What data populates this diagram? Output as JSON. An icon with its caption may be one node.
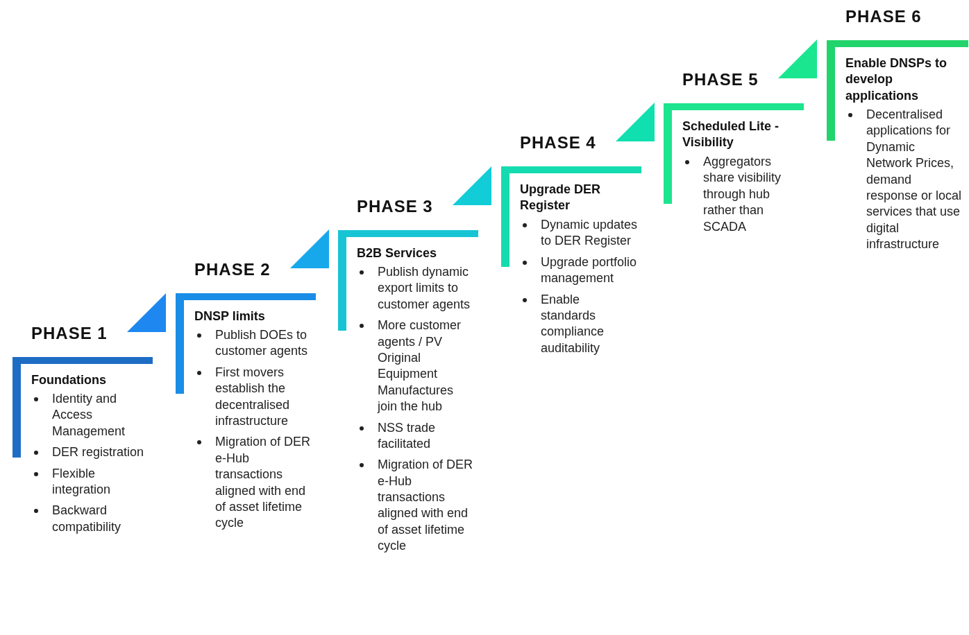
{
  "diagram": {
    "nodes": [
      {
        "text": [
          "PHASE 1",
          "Foundations",
          "Identity and Access Management",
          "DER registration",
          "Flexible integration",
          "Backward compatibility"
        ]
      },
      {
        "text": [
          "PHASE 2",
          "DNSP limits",
          "Publish DOEs to customer agents",
          "First movers establish the decentralised infrastructure",
          "Migration of DER e-Hub transactions aligned with end of asset lifetime cycle"
        ]
      },
      {
        "text": [
          "PHASE 3",
          "B2B Services",
          "Publish dynamic export limits to customer agents",
          "More customer agents / PV Original Equipment Manufactures join the hub",
          "NSS trade facilitated",
          "Migration of DER e-Hub transactions aligned with end of asset lifetime cycle"
        ]
      },
      {
        "text": [
          "PHASE 4",
          "Upgrade DER Register",
          "Dynamic updates to DER Register",
          "Upgrade portfolio management",
          "Enable standards compliance auditability"
        ]
      },
      {
        "text": [
          "PHASE 5",
          "Scheduled Lite - Visibility",
          "Aggregators share visibility through hub rather than SCADA"
        ]
      },
      {
        "text": [
          "PHASE 6",
          "Enable DNSPs to develop applications",
          "Decentralised applications for Dynamic Network Prices, demand response or local services that use digital infrastructure"
        ]
      }
    ],
    "edges": []
  }
}
